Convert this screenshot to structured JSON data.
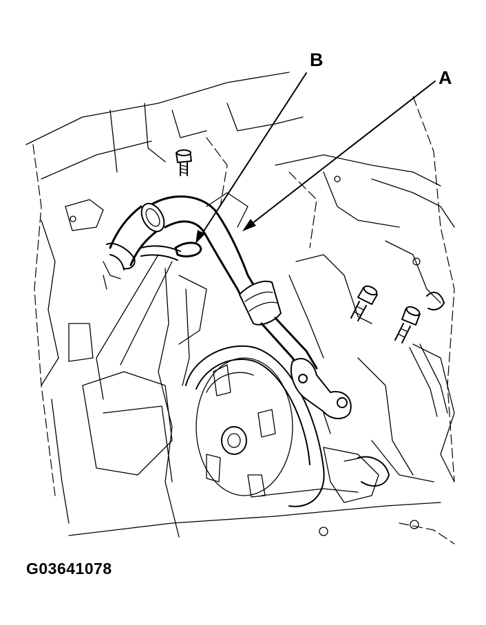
{
  "callouts": {
    "a": "A",
    "b": "B"
  },
  "figure_code": "G03641078"
}
